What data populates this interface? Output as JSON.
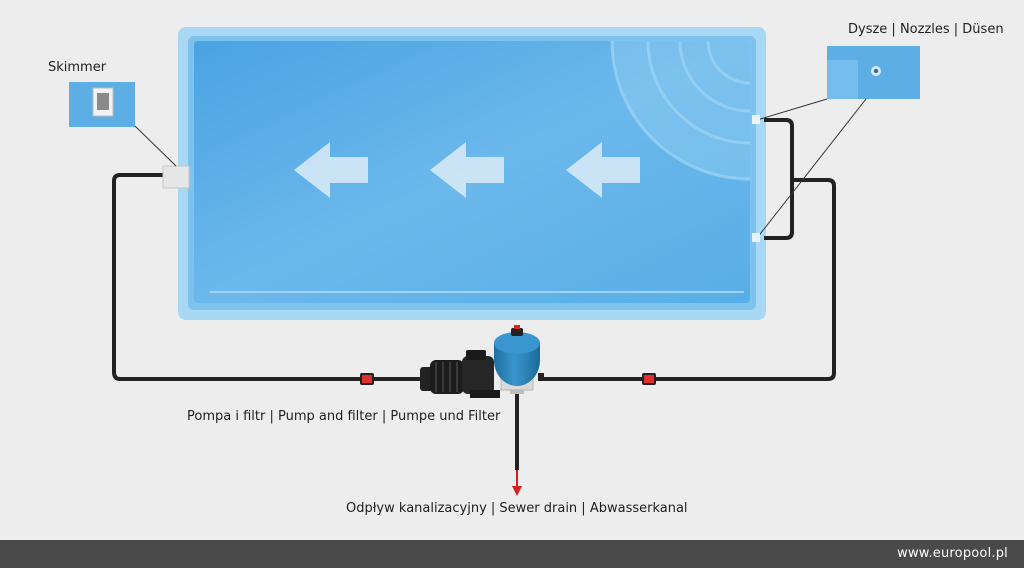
{
  "labels": {
    "skimmer": "Skimmer",
    "nozzles": "Dysze | Nozzles | Düsen",
    "pump_filter": "Pompa i filtr | Pump and filter | Pumpe und Filter",
    "sewer_drain": "Odpływ kanalizacyjny | Sewer drain | Abwasserkanal"
  },
  "footer": {
    "url": "www.europool.pl"
  },
  "colors": {
    "pool_rim": "#a9d8f5",
    "pool_water": "#5eaee6",
    "pipe": "#222222",
    "valve": "#e03030",
    "drain_arrow": "#d81e1e",
    "filter_tank": "#2e86be",
    "footer_bg": "#4a4a4a"
  },
  "flow_arrows": {
    "count": 3,
    "direction": "left"
  }
}
